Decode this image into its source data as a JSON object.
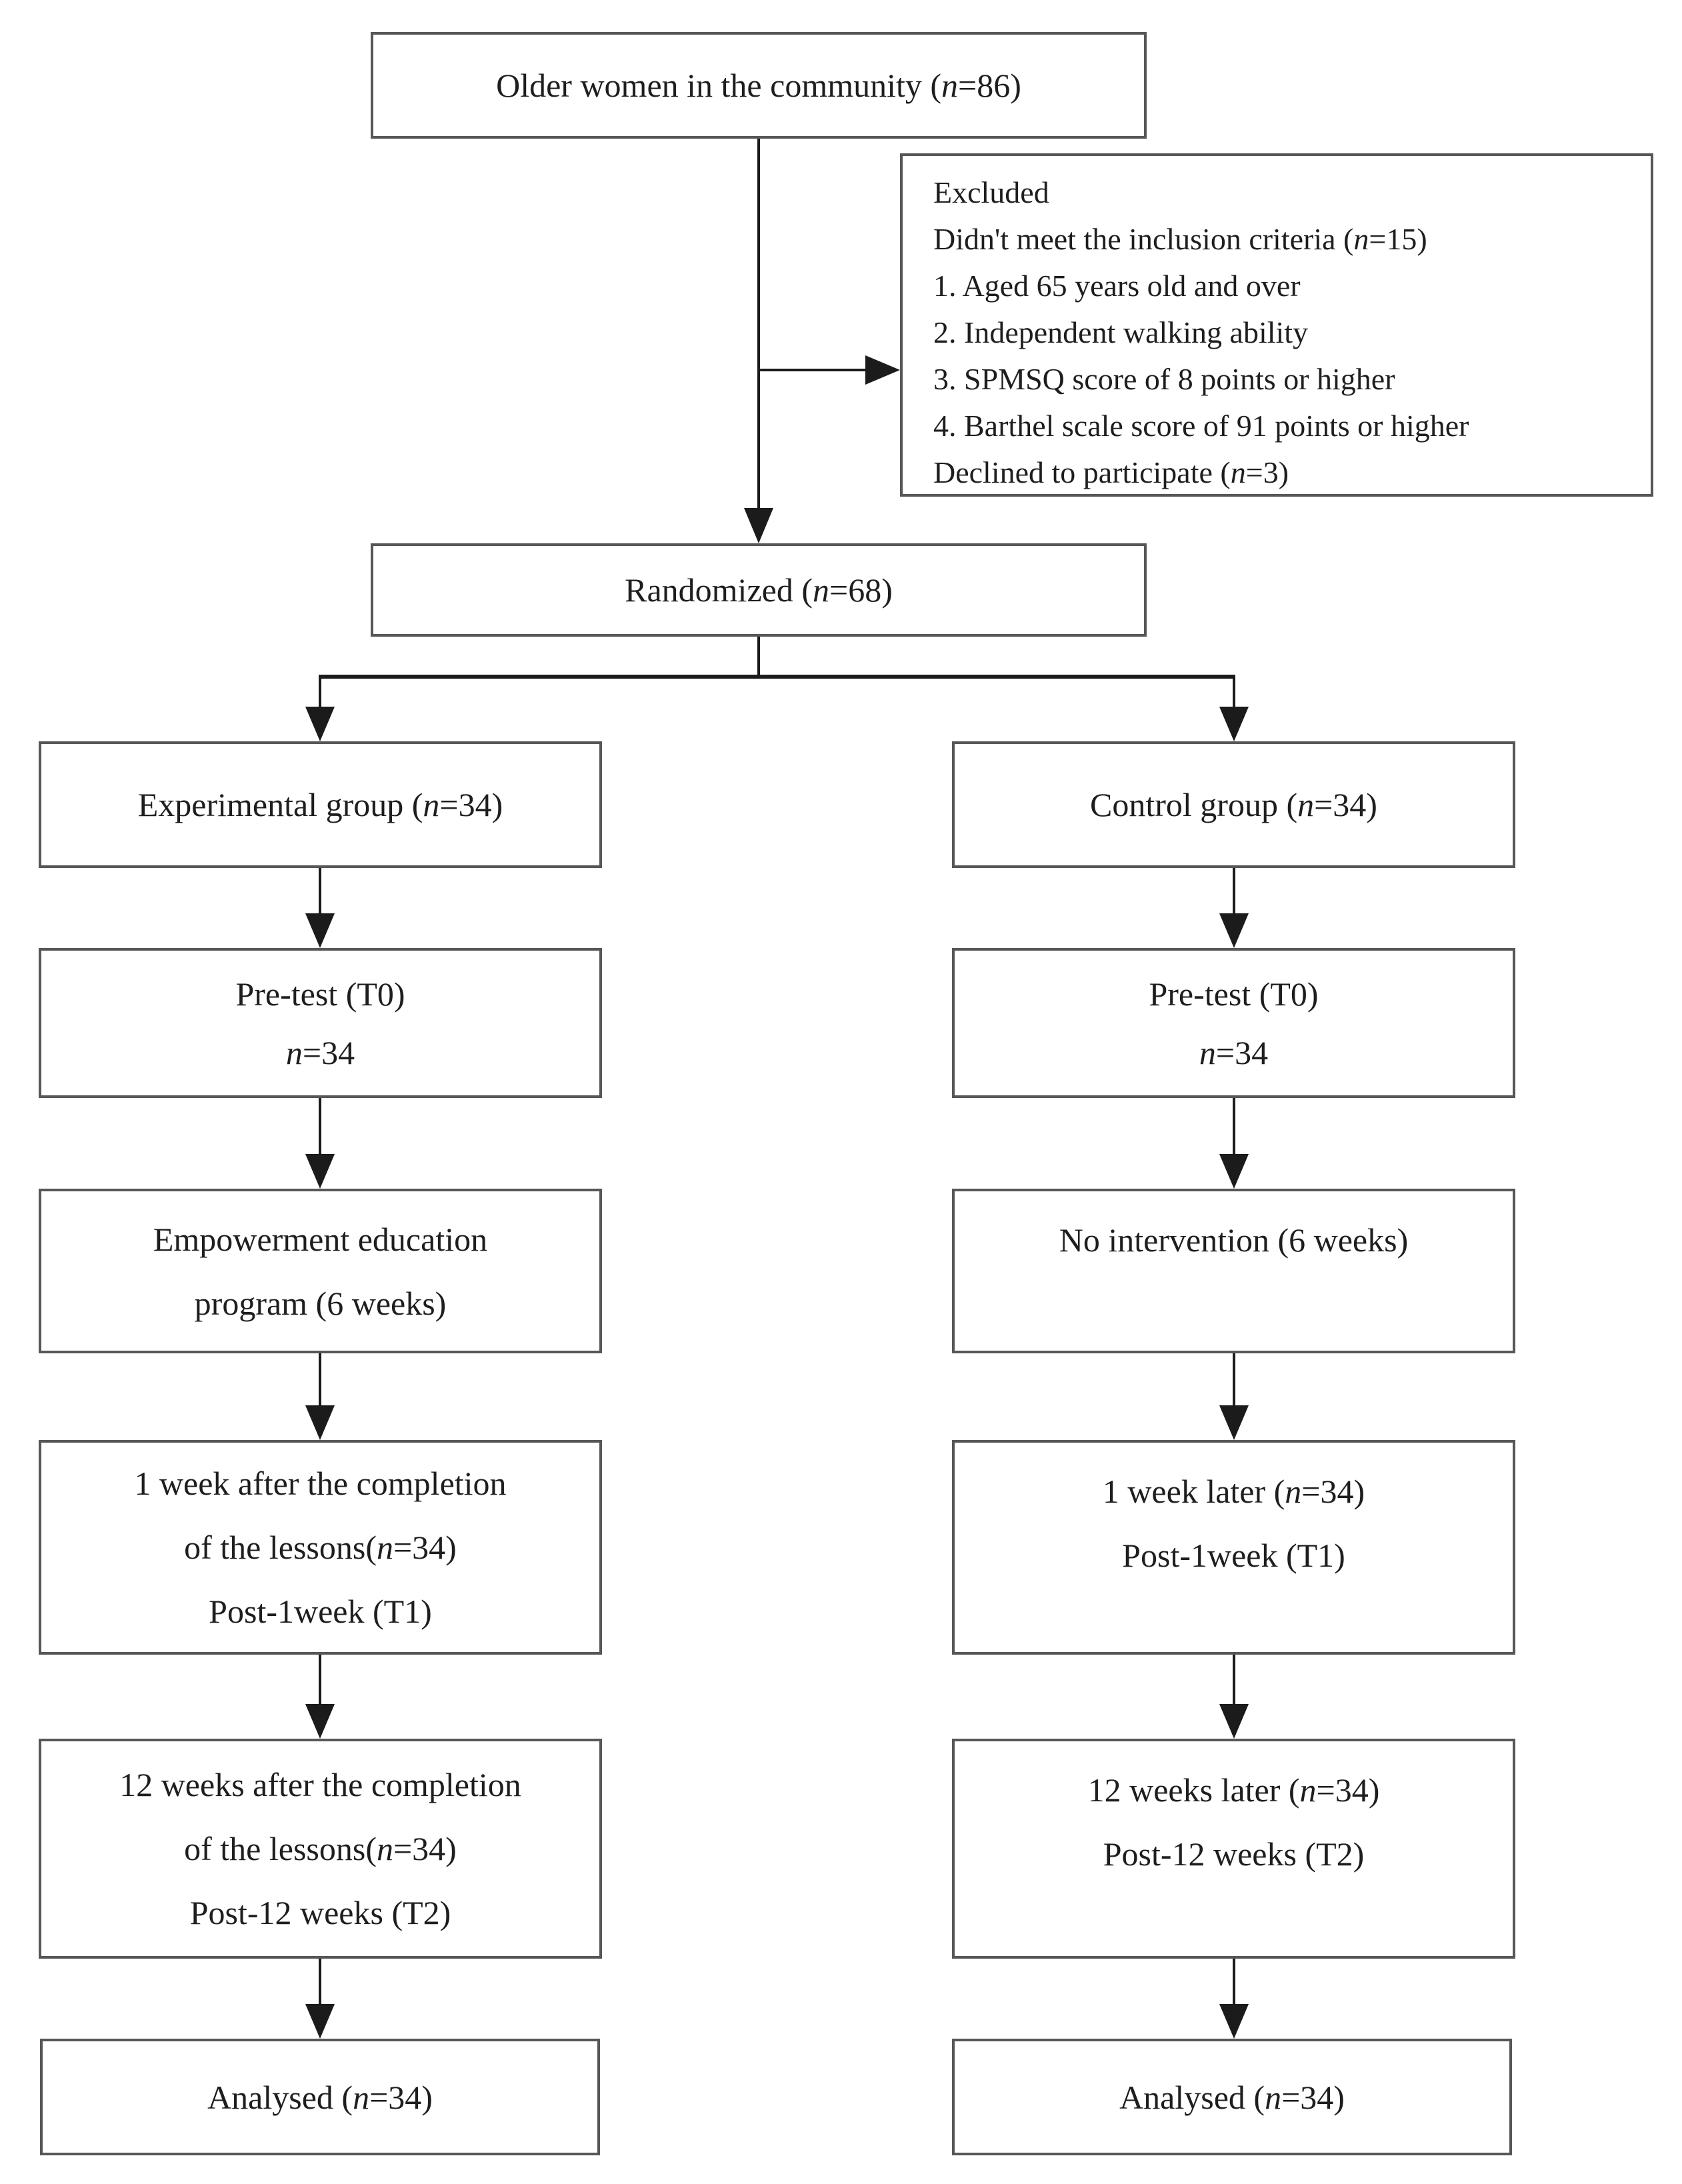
{
  "canvas": {
    "background": "#ffffff",
    "box_border_color": "#575757",
    "connector_color": "#1b1b1b",
    "text_color": "#1e1e1e"
  },
  "boxes": {
    "enrollment": {
      "lines": [
        "Older women in the community (n=86)"
      ]
    },
    "excluded": {
      "lines": [
        "Excluded",
        "Didn't meet the inclusion criteria (n=15)",
        "1. Aged 65 years old and over",
        "2. Independent walking ability",
        "3. SPMSQ score of 8 points or higher",
        "4. Barthel scale score of 91 points or higher",
        "Declined to participate (n=3)"
      ]
    },
    "randomized": {
      "lines": [
        "Randomized (n=68)"
      ]
    },
    "experimental_group": {
      "lines": [
        "Experimental group (n=34)"
      ]
    },
    "control_group": {
      "lines": [
        "Control group (n=34)"
      ]
    },
    "experimental_pretest": {
      "lines": [
        "Pre-test (T0)",
        "n=34"
      ]
    },
    "control_pretest": {
      "lines": [
        "Pre-test (T0)",
        "n=34"
      ]
    },
    "experimental_intervention": {
      "lines": [
        "Empowerment education",
        "program (6 weeks)"
      ]
    },
    "control_intervention": {
      "lines": [
        "No intervention (6 weeks)"
      ]
    },
    "experimental_post_1week": {
      "lines": [
        "1 week after the completion",
        "of the lessons(n=34)",
        "Post-1week (T1)"
      ]
    },
    "control_post_1week": {
      "lines": [
        "1 week later (n=34)",
        "Post-1week (T1)"
      ]
    },
    "experimental_post_12weeks": {
      "lines": [
        "12 weeks after the completion",
        "of the lessons(n=34)",
        "Post-12 weeks (T2)"
      ]
    },
    "control_post_12weeks": {
      "lines": [
        "12 weeks later (n=34)",
        "Post-12 weeks (T2)"
      ]
    },
    "experimental_analysed": {
      "lines": [
        "Analysed (n=34)"
      ]
    },
    "control_analysed": {
      "lines": [
        "Analysed (n=34)"
      ]
    }
  }
}
